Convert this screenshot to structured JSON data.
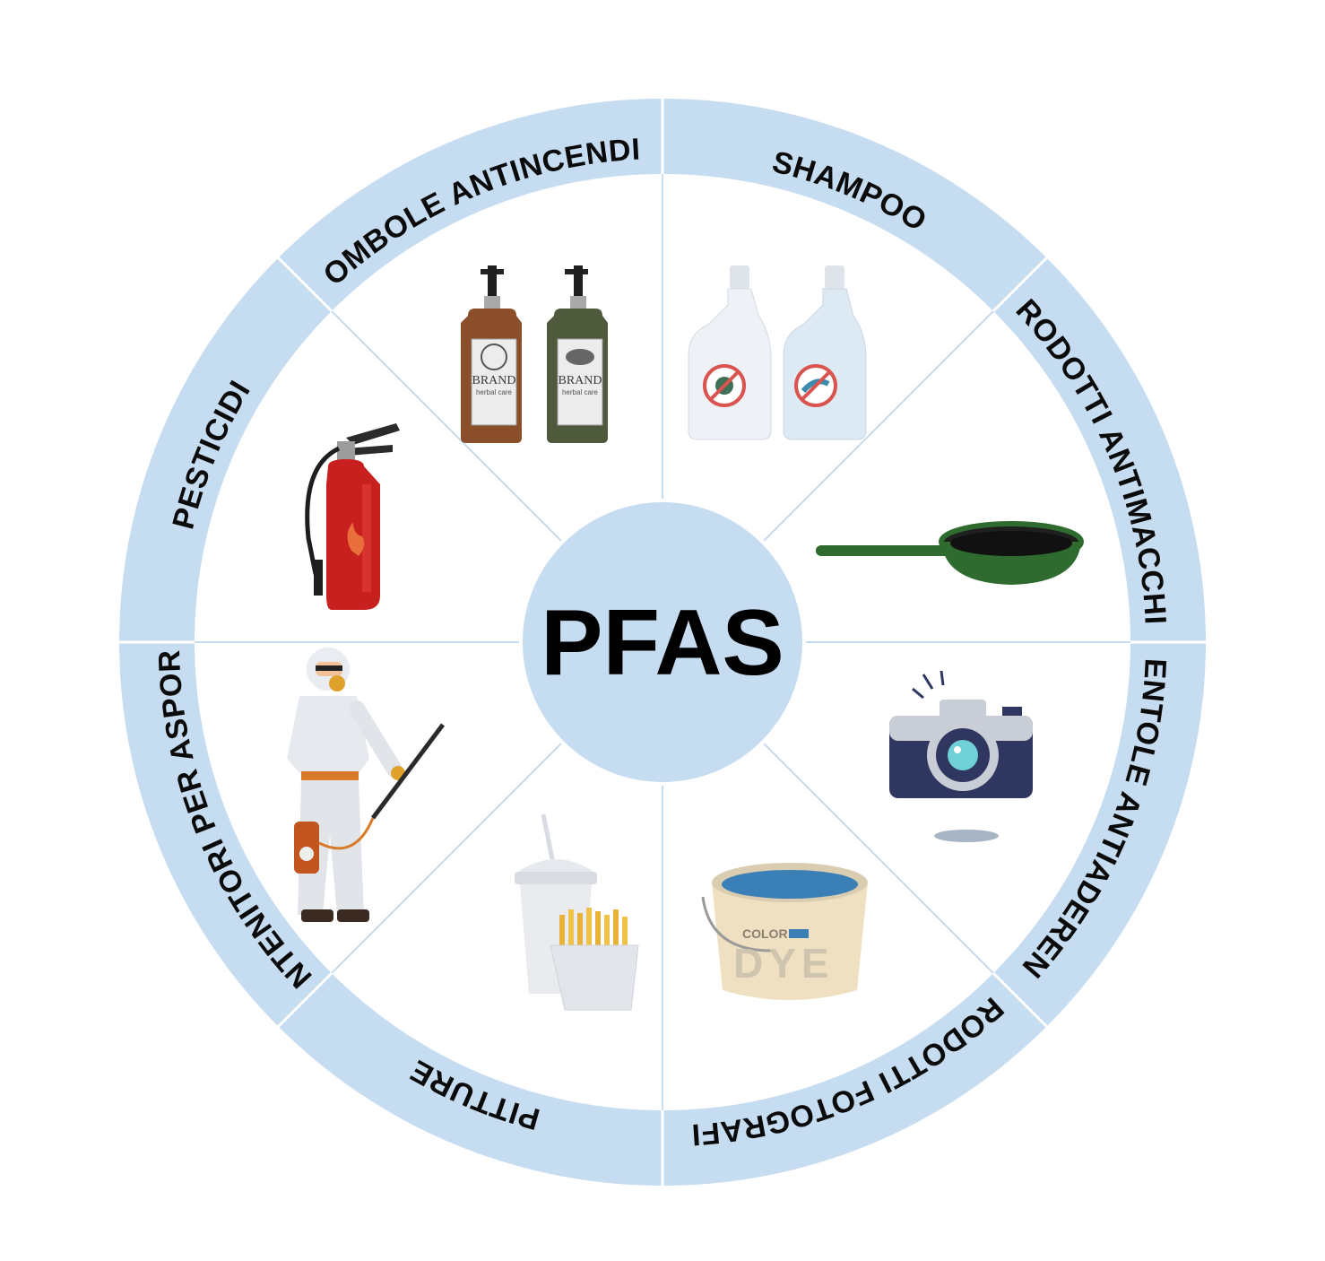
{
  "center": {
    "label": "PFAS"
  },
  "colors": {
    "ring": "#c6dcf0",
    "divider": "#ffffff",
    "spoke": "#c6dcf0",
    "center_fill": "#c6dcf0",
    "text": "#0a0a0a"
  },
  "segments": [
    {
      "label": "SHAMPOO",
      "icon": "shampoo-bottles-icon"
    },
    {
      "label": "PRODOTTI ANTIMACCHIA",
      "icon": "stain-remover-bottles-icon"
    },
    {
      "label": "PENTOLE ANTIADERENTI",
      "icon": "nonstick-pan-icon"
    },
    {
      "label": "PRODOTTI FOTOGRAFICI",
      "icon": "camera-icon"
    },
    {
      "label": "PITTURE",
      "icon": "paint-bucket-icon"
    },
    {
      "label": "CONTENITORI PER ASPORTO",
      "icon": "takeaway-cup-fries-icon"
    },
    {
      "label": "PESTICIDI",
      "icon": "pesticide-sprayer-icon"
    },
    {
      "label": "BOMBOLE ANTINCENDIO",
      "icon": "fire-extinguisher-icon"
    }
  ],
  "product_text": {
    "shampoo_brand": "BRAND",
    "shampoo_sub": "herbal care",
    "paint_color": "COLOR",
    "paint_dye": "DYE"
  }
}
